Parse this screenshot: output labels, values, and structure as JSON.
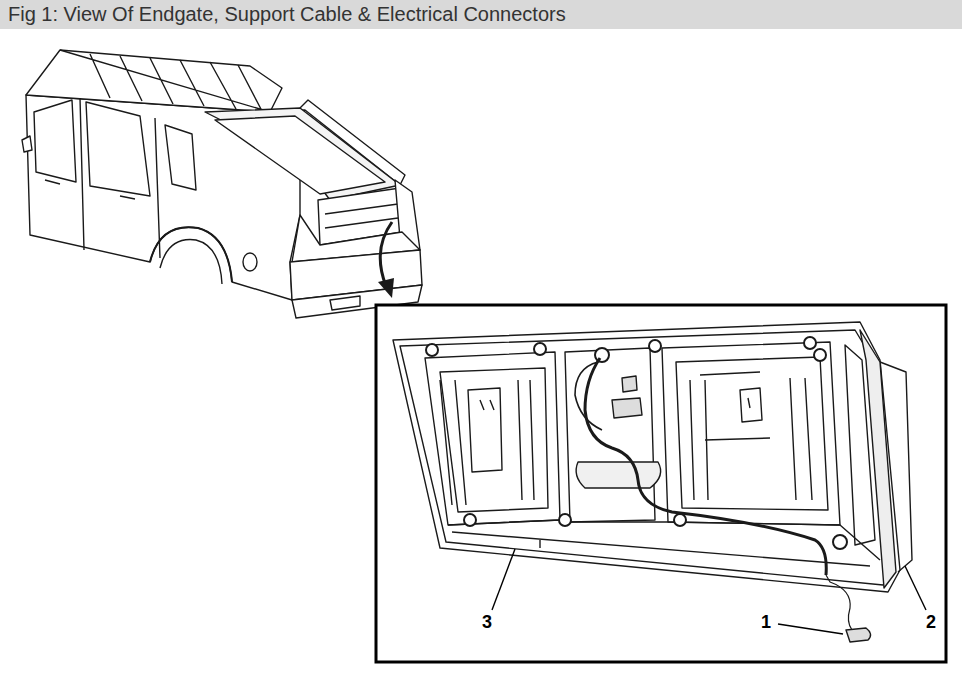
{
  "diagram": {
    "title": "Fig 1: View Of Endgate, Support Cable & Electrical Connectors",
    "labels": [
      "3",
      "1",
      "2"
    ]
  }
}
